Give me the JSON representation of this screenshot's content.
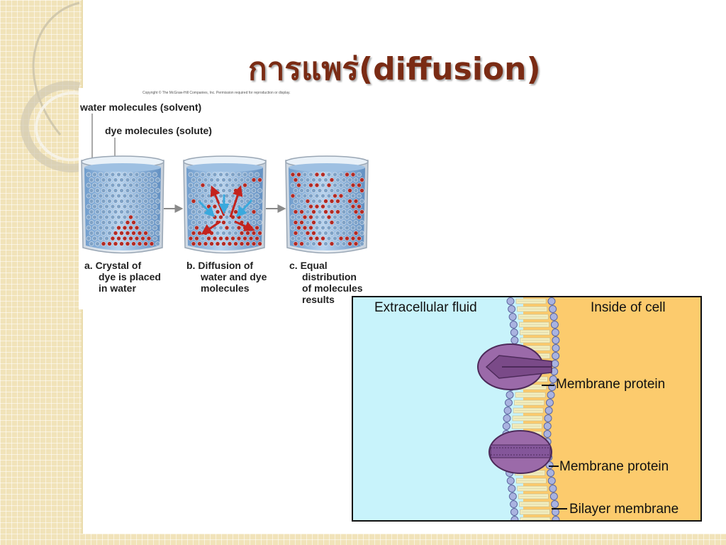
{
  "slide": {
    "title": "การแพร่(diffusion)"
  },
  "diffusion_figure": {
    "copyright": "Copyright © The McGraw-Hill Companies, Inc. Permission required for reproduction or display.",
    "label_water": "water molecules (solvent)",
    "label_dye": "dye molecules (solute)",
    "caption_a": [
      "a. Crystal of",
      "dye is placed",
      "in water"
    ],
    "caption_b": [
      "b. Diffusion of",
      "water and dye",
      "molecules"
    ],
    "caption_c": [
      "c. Equal",
      "distribution",
      "of molecules",
      "results"
    ],
    "colors": {
      "water": "#7fa2c6",
      "dye": "#b22a24",
      "arrow_water": "#3aa9dd",
      "arrow_dye": "#c4231d"
    }
  },
  "membrane_figure": {
    "label_outside": "Extracellular fluid",
    "label_inside": "Inside of cell",
    "label_protein_1": "Membrane protein",
    "label_protein_2": "Membrane protein",
    "label_bilayer": "Bilayer membrane",
    "colors": {
      "outside": "#c8f3fb",
      "inside": "#fccb6d",
      "protein": "#9b6aa9",
      "heads": "#a9b3e0",
      "tails": "#f3eebe"
    }
  }
}
